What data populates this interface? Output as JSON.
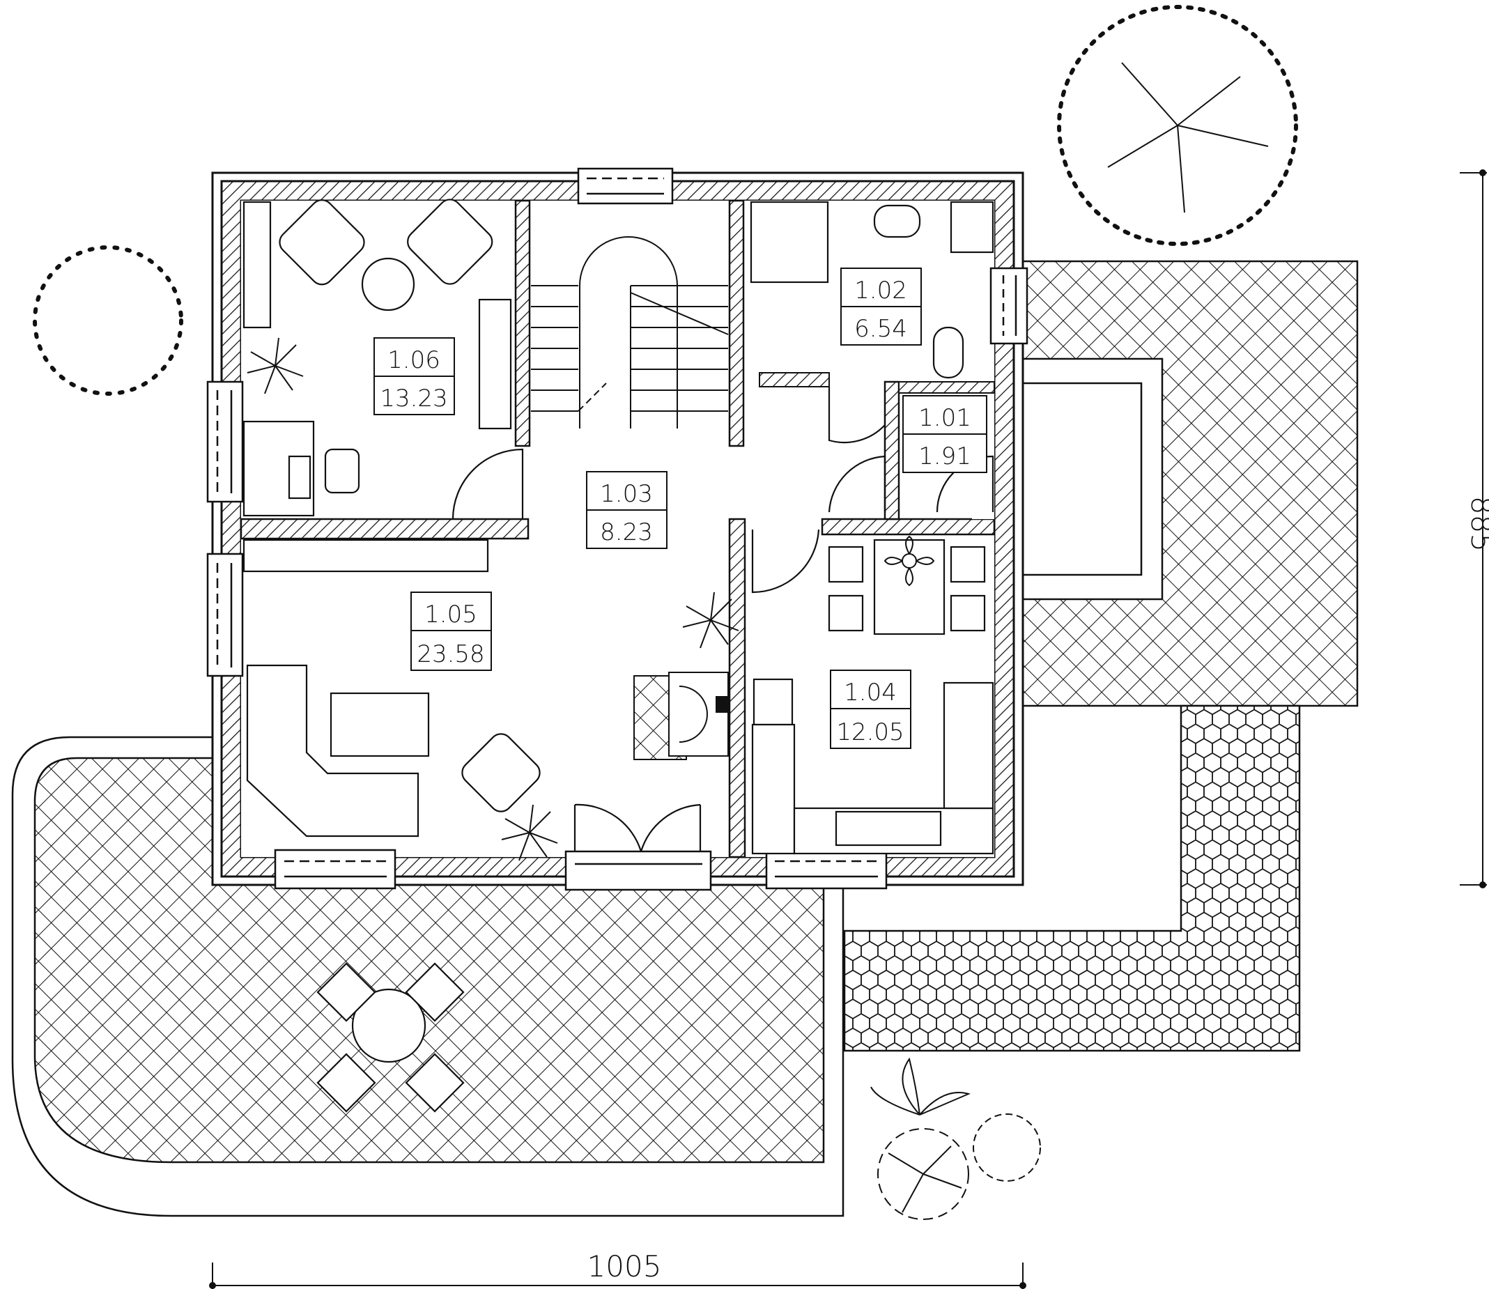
{
  "rooms": [
    {
      "number": "1.01",
      "area": "1.91"
    },
    {
      "number": "1.02",
      "area": "6.54"
    },
    {
      "number": "1.03",
      "area": "8.23"
    },
    {
      "number": "1.04",
      "area": "12.05"
    },
    {
      "number": "1.05",
      "area": "23.58"
    },
    {
      "number": "1.06",
      "area": "13.23"
    }
  ],
  "dimensions": {
    "width": "1005",
    "depth": "885"
  },
  "colors": {
    "line": "#111111",
    "background": "#ffffff"
  }
}
